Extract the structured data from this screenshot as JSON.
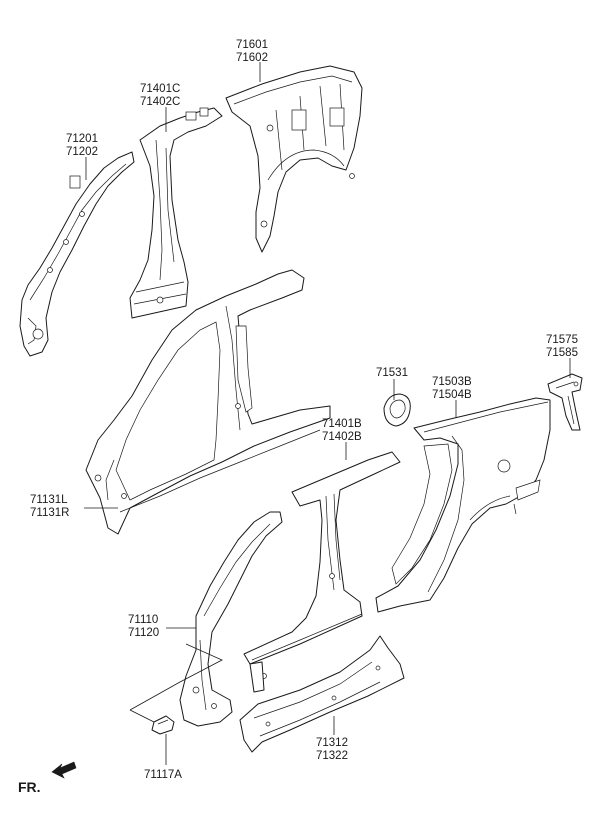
{
  "labels": {
    "l71601": "71601",
    "l71602": "71602",
    "l71401c": "71401C",
    "l71402c": "71402C",
    "l71201": "71201",
    "l71202": "71202",
    "l71575": "71575",
    "l71585": "71585",
    "l71531": "71531",
    "l71503b": "71503B",
    "l71504b": "71504B",
    "l71401b": "71401B",
    "l71402b": "71402B",
    "l71131l": "71131L",
    "l71131r": "71131R",
    "l71110": "71110",
    "l71120": "71120",
    "l71117a": "71117A",
    "l71312": "71312",
    "l71322": "71322"
  },
  "direction_label": "FR."
}
